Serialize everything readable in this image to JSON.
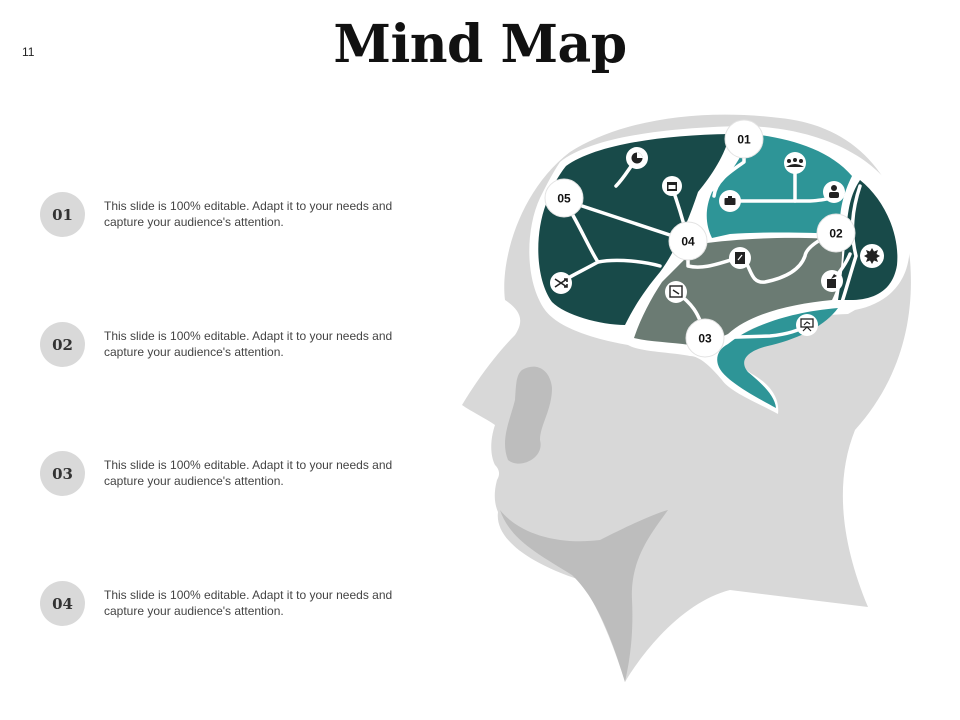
{
  "slide": {
    "page_number": "11",
    "title": "Mind Map"
  },
  "items": [
    {
      "num": "01",
      "text": "This slide is 100% editable. Adapt it to your needs and capture your audience's attention."
    },
    {
      "num": "02",
      "text": "This slide is 100% editable. Adapt it to your needs and capture your audience's attention."
    },
    {
      "num": "03",
      "text": "This slide is 100% editable. Adapt it to your needs and capture your audience's attention."
    },
    {
      "num": "04",
      "text": "This slide is 100% editable. Adapt it to your needs and capture your audience's attention."
    }
  ],
  "brain": {
    "nodes": [
      "01",
      "02",
      "03",
      "04",
      "05"
    ],
    "colors": {
      "dark_teal": "#184a49",
      "teal": "#2e9597",
      "gray_green": "#6b7b73",
      "head": "#d8d8d8",
      "head_shadow": "#bdbdbd"
    },
    "icons": [
      "pie-chart-icon",
      "calendar-icon",
      "team-icon",
      "person-icon",
      "briefcase-icon",
      "gear-icon",
      "notepad-icon",
      "trophy-icon",
      "shuffle-icon",
      "document-icon",
      "presentation-icon"
    ]
  }
}
